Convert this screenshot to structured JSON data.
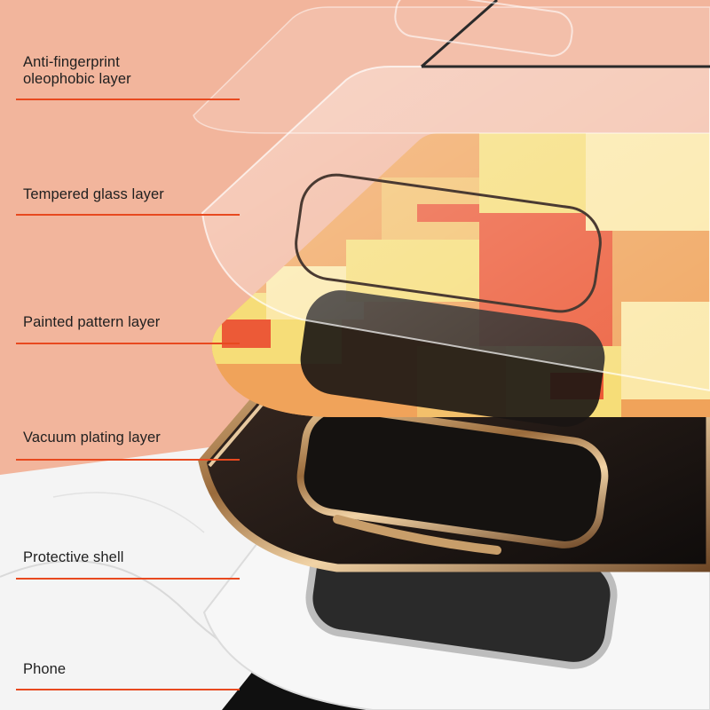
{
  "layers": [
    {
      "label_line1": "Anti-fingerprint",
      "label_line2": "oleophobic layer"
    },
    {
      "label": "Tempered glass layer"
    },
    {
      "label": "Painted pattern layer"
    },
    {
      "label": "Vacuum plating layer"
    },
    {
      "label": "Protective shell"
    },
    {
      "label": "Phone"
    }
  ],
  "colors": {
    "accent_line": "#e8491f",
    "background_peach": "#f2b59c",
    "background_marble": "#f4f4f4",
    "pattern_orange": "#f0a35a",
    "pattern_red": "#ec5a37",
    "pattern_yellow": "#f6dd78",
    "plating_gold": "#b58a55"
  }
}
